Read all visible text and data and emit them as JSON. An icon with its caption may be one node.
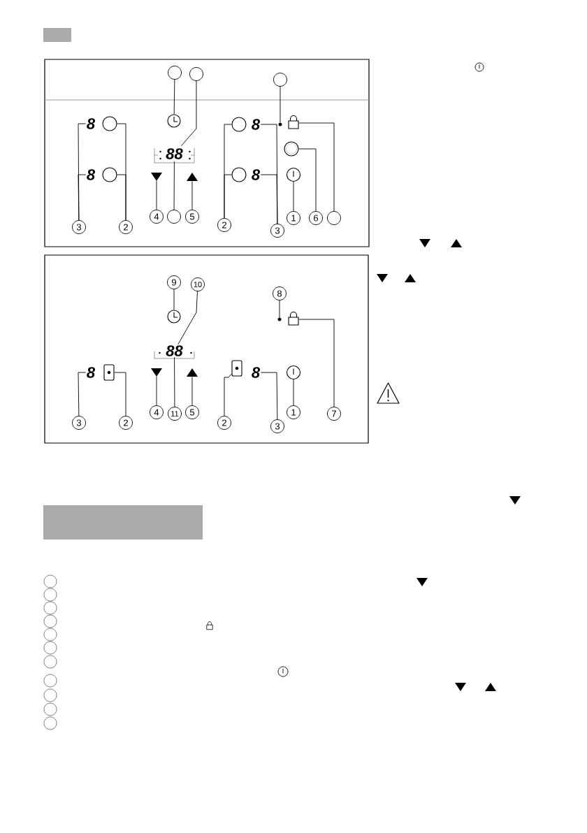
{
  "diagram": {
    "nodes": [
      {
        "text": [],
        "shape": "box"
      },
      {
        "text": [],
        "shape": "circle"
      },
      {
        "text": [],
        "shape": "circle"
      },
      {
        "text": [],
        "shape": "circle"
      },
      {
        "text": [],
        "shape": "clock"
      },
      {
        "text": [
          "8"
        ]
      },
      {
        "text": [],
        "shape": "circle"
      },
      {
        "text": [],
        "shape": "circle"
      },
      {
        "text": [
          "8"
        ]
      },
      {
        "text": [],
        "shape": "dot"
      },
      {
        "text": [],
        "shape": "lock"
      },
      {
        "text": [],
        "shape": "ring"
      },
      {
        "text": [
          "88"
        ]
      },
      {
        "text": [
          "8"
        ]
      },
      {
        "text": [],
        "shape": "circle"
      },
      {
        "text": [],
        "shape": "triangle"
      },
      {
        "text": [],
        "shape": "triangle"
      },
      {
        "text": [],
        "shape": "circle"
      },
      {
        "text": [
          "8"
        ]
      },
      {
        "text": [],
        "shape": "power"
      },
      {
        "text": [
          "3"
        ]
      },
      {
        "text": [
          "2"
        ]
      },
      {
        "text": [
          "4"
        ]
      },
      {
        "text": [],
        "shape": "circle"
      },
      {
        "text": [
          "5"
        ]
      },
      {
        "text": [
          "2"
        ]
      },
      {
        "text": [
          "3"
        ]
      },
      {
        "text": [
          "1"
        ]
      },
      {
        "text": [
          "6"
        ]
      },
      {
        "text": [],
        "shape": "circle"
      },
      {
        "text": [
          "9"
        ]
      },
      {
        "text": [
          "10"
        ]
      },
      {
        "text": [
          "8"
        ]
      },
      {
        "text": [],
        "shape": "clock"
      },
      {
        "text": [],
        "shape": "dot"
      },
      {
        "text": [],
        "shape": "lock"
      },
      {
        "text": [
          "88"
        ]
      },
      {
        "text": [
          "8"
        ]
      },
      {
        "text": [],
        "shape": "box"
      },
      {
        "text": [],
        "shape": "triangle"
      },
      {
        "text": [],
        "shape": "triangle"
      },
      {
        "text": [],
        "shape": "box"
      },
      {
        "text": [
          "8"
        ]
      },
      {
        "text": [],
        "shape": "power"
      },
      {
        "text": [
          "3"
        ]
      },
      {
        "text": [
          "2"
        ]
      },
      {
        "text": [
          "4"
        ]
      },
      {
        "text": [
          "11"
        ]
      },
      {
        "text": [
          "5"
        ]
      },
      {
        "text": [
          "2"
        ]
      },
      {
        "text": [
          "3"
        ]
      },
      {
        "text": [
          "1"
        ]
      },
      {
        "text": [
          "7"
        ]
      },
      {
        "text": [],
        "shape": "box"
      },
      {
        "text": [],
        "shape": "circle"
      },
      {
        "text": [],
        "shape": "circle"
      },
      {
        "text": [],
        "shape": "circle"
      },
      {
        "text": [],
        "shape": "circle"
      },
      {
        "text": [],
        "shape": "circle"
      },
      {
        "text": [],
        "shape": "circle"
      },
      {
        "text": [],
        "shape": "circle"
      },
      {
        "text": [],
        "shape": "circle"
      },
      {
        "text": [],
        "shape": "circle"
      },
      {
        "text": [],
        "shape": "circle"
      },
      {
        "text": [],
        "shape": "circle"
      }
    ],
    "edges": [
      {
        "from": 1,
        "to": 4,
        "arrow": "none"
      },
      {
        "from": 2,
        "to": 12,
        "arrow": "none"
      },
      {
        "from": 3,
        "to": 9,
        "arrow": "none"
      },
      {
        "from": 20,
        "to": 5,
        "arrow": "none"
      },
      {
        "from": 20,
        "to": 13,
        "arrow": "none"
      },
      {
        "from": 21,
        "to": 6,
        "arrow": "none"
      },
      {
        "from": 21,
        "to": 14,
        "arrow": "none"
      },
      {
        "from": 22,
        "to": 15,
        "arrow": "none"
      },
      {
        "from": 23,
        "to": 12,
        "arrow": "none"
      },
      {
        "from": 24,
        "to": 16,
        "arrow": "none"
      },
      {
        "from": 25,
        "to": 7,
        "arrow": "none"
      },
      {
        "from": 25,
        "to": 17,
        "arrow": "none"
      },
      {
        "from": 26,
        "to": 8,
        "arrow": "none"
      },
      {
        "from": 26,
        "to": 18,
        "arrow": "none"
      },
      {
        "from": 27,
        "to": 19,
        "arrow": "none"
      },
      {
        "from": 28,
        "to": 11,
        "arrow": "none"
      },
      {
        "from": 29,
        "to": 10,
        "arrow": "none"
      },
      {
        "from": 30,
        "to": 33,
        "arrow": "none"
      },
      {
        "from": 31,
        "to": 36,
        "arrow": "none"
      },
      {
        "from": 32,
        "to": 34,
        "arrow": "none"
      },
      {
        "from": 44,
        "to": 37,
        "arrow": "none"
      },
      {
        "from": 45,
        "to": 38,
        "arrow": "none"
      },
      {
        "from": 46,
        "to": 39,
        "arrow": "none"
      },
      {
        "from": 47,
        "to": 36,
        "arrow": "none"
      },
      {
        "from": 48,
        "to": 40,
        "arrow": "none"
      },
      {
        "from": 49,
        "to": 41,
        "arrow": "none"
      },
      {
        "from": 50,
        "to": 42,
        "arrow": "none"
      },
      {
        "from": 51,
        "to": 43,
        "arrow": "none"
      },
      {
        "from": 52,
        "to": 35,
        "arrow": "none"
      }
    ]
  }
}
